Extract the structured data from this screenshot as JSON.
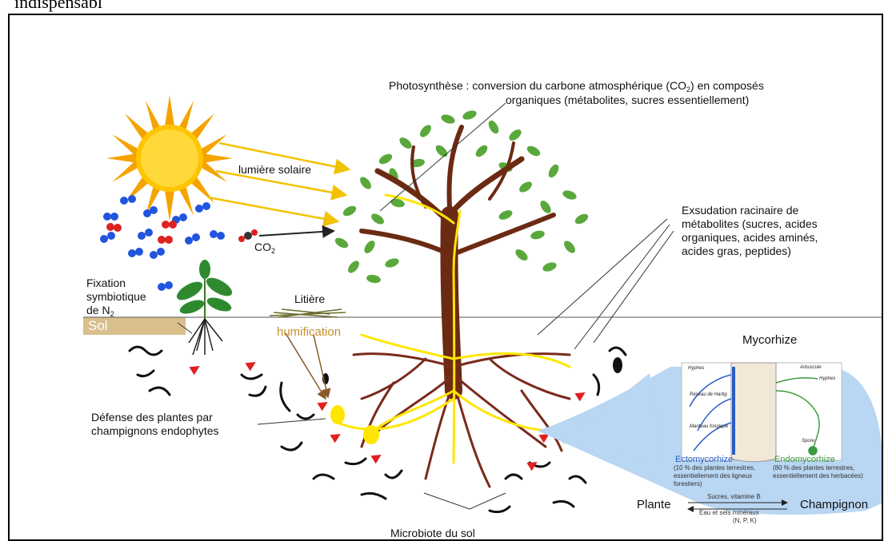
{
  "heading": "indispensabl",
  "labels": {
    "photosynthesis_line1": "Photosynthèse :  conversion du carbone atmosphérique (CO",
    "photosynthesis_sub": "2",
    "photosynthesis_line1_end": ") en composés",
    "photosynthesis_line2": "organiques (métabolites, sucres essentiellement)",
    "sunlight": "lumière solaire",
    "co2": "CO",
    "co2_sub": "2",
    "exudation": [
      "Exsudation racinaire de",
      "métabolites (sucres, acides",
      "organiques, acides aminés,",
      "acides gras, peptides)"
    ],
    "fixation": [
      "Fixation",
      "symbiotique",
      "de N"
    ],
    "fixation_sub": "2",
    "soil": "Sol",
    "litter": "Litière",
    "humification": "humification",
    "defense": [
      "Défense des plantes par",
      "champignons endophytes"
    ],
    "microbiota": "Microbiote du sol"
  },
  "mycorrhiza": {
    "title": "Mycorhize",
    "hyphes_left": "Hyphes",
    "hyphes_right": "Hyphes",
    "arbuscule": "Arbuscule",
    "hartig": "Réseau de Hartig",
    "manteau": "Manteau fongique",
    "spore": "Spore",
    "ecto": "Ectomycorhize",
    "ecto_note": [
      "(10 % des plantes terrestres,",
      "essentiellement des ligneux",
      "forestiers)"
    ],
    "endo": "Endomycorhize",
    "endo_note": [
      "(80 % des plantes terrestres,",
      "essentiellement des herbacées)"
    ]
  },
  "exchange": {
    "plant": "Plante",
    "fungus": "Champignon",
    "to_fungus": "Sucres, vitamine B",
    "to_plant": "Eau et sels minéraux",
    "to_plant_detail": "(N, P, K)"
  },
  "colors": {
    "sap": "#ffe600",
    "arrow_light": "#f2c200",
    "trunk": "#6b2a12",
    "leaf": "#5aa83c",
    "soil": "#d9bf8c",
    "mycorrhiza_bg": "#b9d6f2",
    "ecto": "#2a5cc8",
    "endo": "#3d9a3d"
  }
}
